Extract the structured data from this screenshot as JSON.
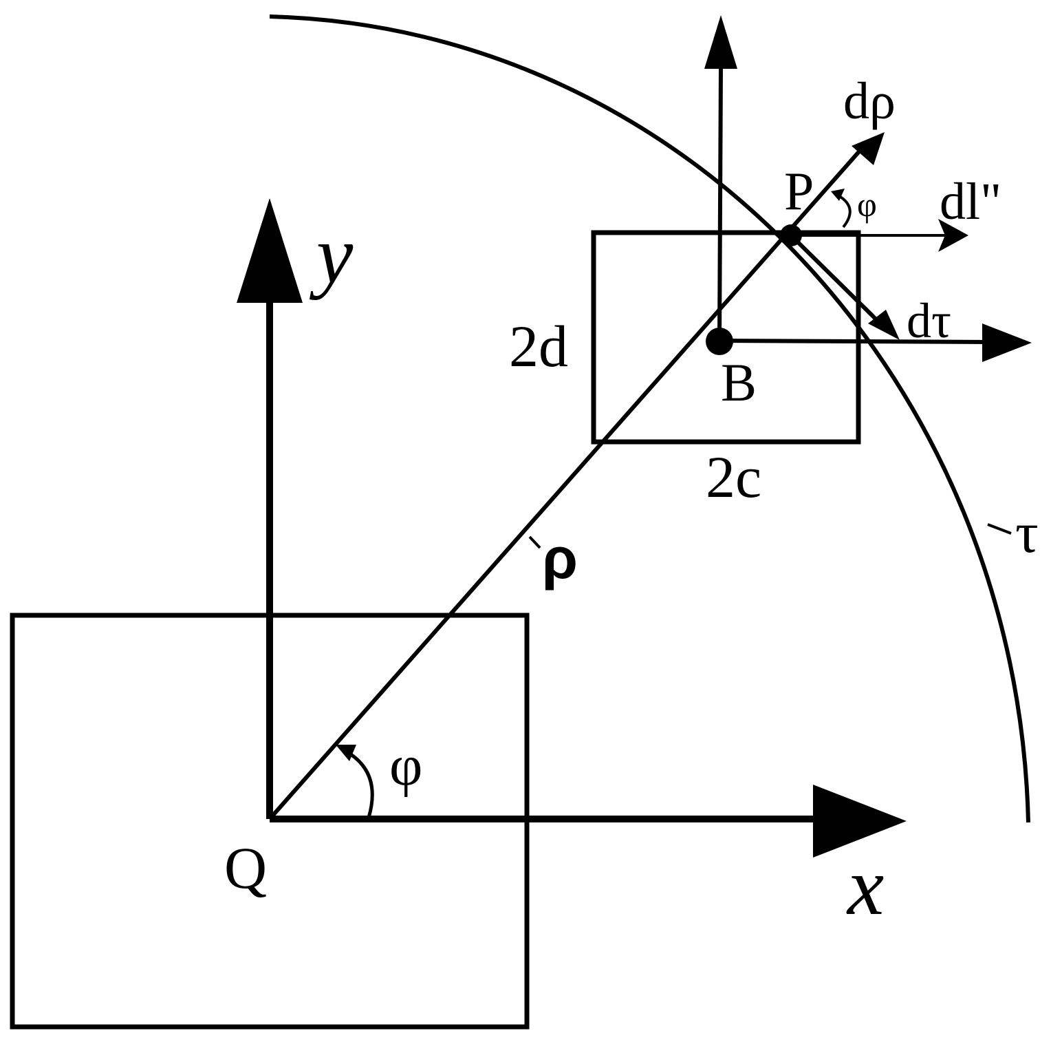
{
  "labels": {
    "y_axis": "y",
    "x_axis": "x",
    "origin": "Q",
    "angle_origin": "φ",
    "radius": "ρ",
    "point_p": "P",
    "point_b": "B",
    "angle_p": "φ",
    "d_rho": "dρ",
    "d_l": "dl\"",
    "d_tau": "dτ",
    "tau": "τ",
    "height": "2d",
    "width": "2c"
  },
  "colors": {
    "stroke": "#000000",
    "background": "#ffffff"
  }
}
